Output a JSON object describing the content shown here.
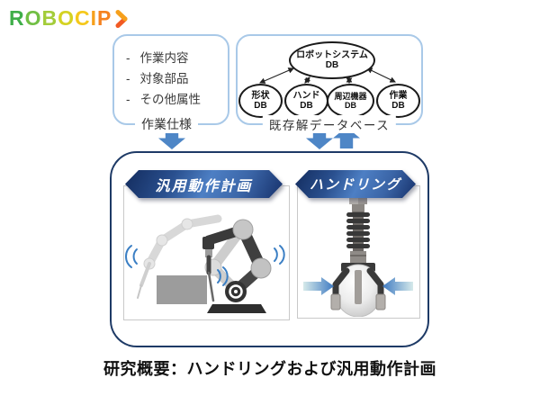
{
  "logo": {
    "letters": [
      {
        "ch": "R",
        "color": "#3fae49"
      },
      {
        "ch": "O",
        "color": "#71bf44"
      },
      {
        "ch": "B",
        "color": "#a3cc3a"
      },
      {
        "ch": "O",
        "color": "#d4d222"
      },
      {
        "ch": "C",
        "color": "#f5c81b"
      },
      {
        "ch": "I",
        "color": "#f6a01c"
      },
      {
        "ch": "P",
        "color": "#f58220"
      }
    ],
    "chevron_icon": "logo-chevron",
    "chevron_top_color": "#f6a01c",
    "chevron_bottom_color": "#f15a24"
  },
  "spec_box": {
    "bullet": "-",
    "items": [
      "作業内容",
      "対象部品",
      "その他属性"
    ],
    "label": "作業仕様"
  },
  "db_box": {
    "root": {
      "name": "ロボットシステム",
      "suffix": "DB"
    },
    "children": [
      {
        "name": "形状",
        "suffix": "DB"
      },
      {
        "name": "ハンド",
        "suffix": "DB"
      },
      {
        "name": "周辺機器",
        "suffix": "DB"
      },
      {
        "name": "作業",
        "suffix": "DB"
      }
    ],
    "label": "既存解データベース"
  },
  "flow": {
    "left_arrow_icon": "down-arrow",
    "right_arrow_icons": [
      "down-arrow",
      "up-arrow"
    ],
    "arrow_color": "#4e86c6"
  },
  "main": {
    "left_banner": "汎用動作計画",
    "right_banner": "ハンドリング",
    "left_illustration_icon": "robot-arm-illustration",
    "right_illustration_icon": "gripper-hand-illustration"
  },
  "caption": "研究概要：ハンドリングおよび汎用動作計画",
  "colors": {
    "box_border_light_blue": "#a9c9e8",
    "main_border_navy": "#1e3a66",
    "banner_gradient_dark": "#16316b",
    "banner_gradient_light": "#4d7fc4",
    "flow_arrow_blue": "#4e86c6",
    "motion_arc_blue": "#3b7fc4"
  }
}
